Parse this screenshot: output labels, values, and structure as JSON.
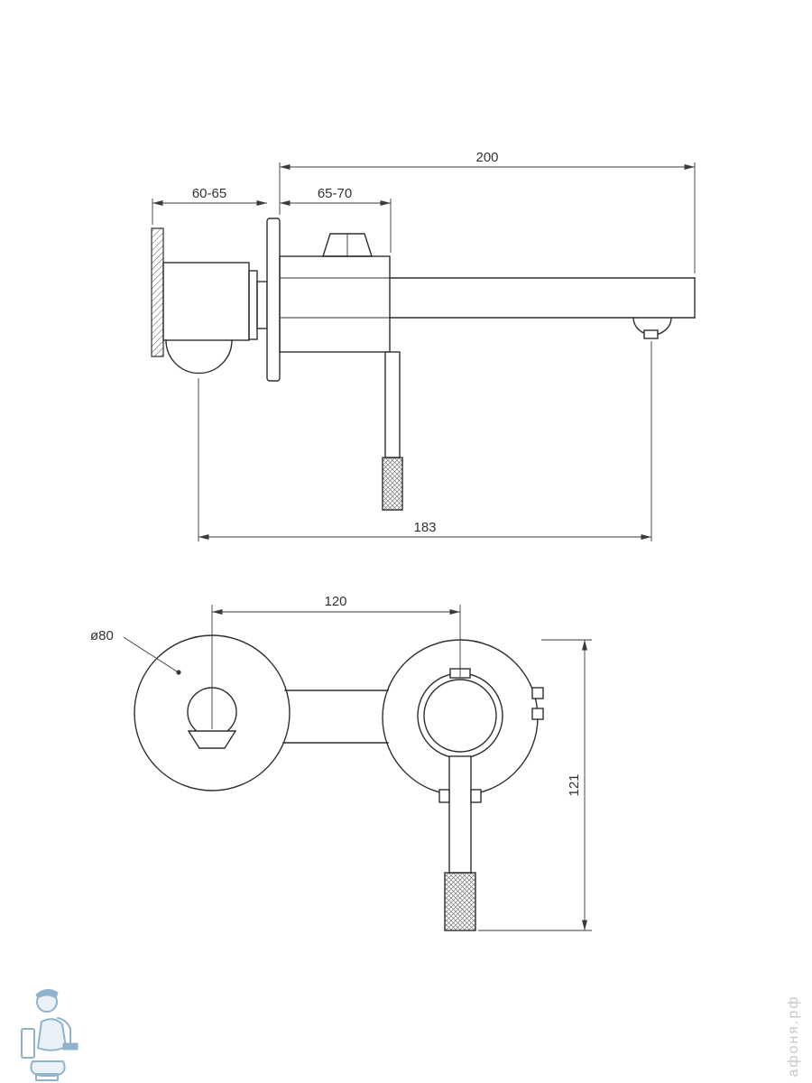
{
  "drawing": {
    "side_view": {
      "dim_spout": "200",
      "dim_wall": "60-65",
      "dim_escutcheon": "65-70",
      "dim_total": "183"
    },
    "front_view": {
      "dim_centers": "120",
      "dim_diameter": "ø80",
      "dim_height": "121"
    }
  },
  "watermark": {
    "site": "афоня.рф"
  },
  "colors": {
    "line": "#2f2f2f",
    "dimension": "#3a3a3a",
    "watermark_blue": "#85abc8",
    "watermark_gray": "#c8c8c8"
  }
}
